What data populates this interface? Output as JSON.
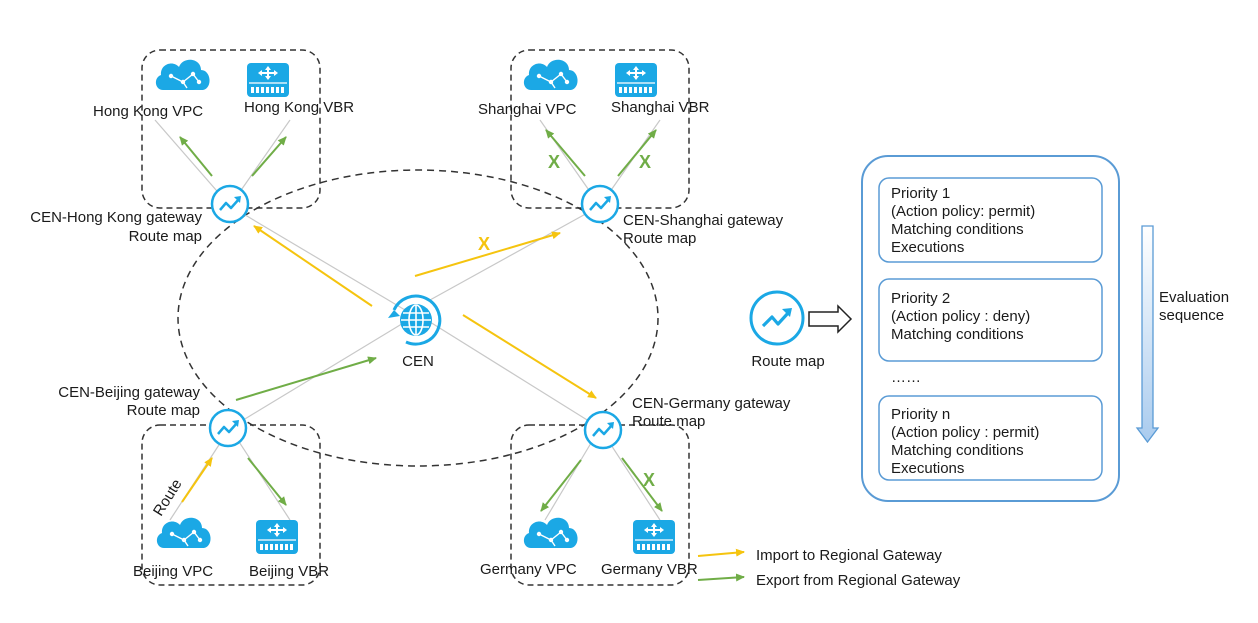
{
  "regions": {
    "hongkong": {
      "vpc_label": "Hong Kong VPC",
      "vbr_label": "Hong Kong VBR",
      "gw_label_1": "CEN-Hong Kong gateway",
      "gw_label_2": "Route map"
    },
    "shanghai": {
      "vpc_label": "Shanghai VPC",
      "vbr_label": "Shanghai VBR",
      "gw_label_1": "CEN-Shanghai gateway",
      "gw_label_2": "Route map",
      "vpc_block_mark": "X",
      "vbr_block_mark": "X"
    },
    "beijing": {
      "vpc_label": "Beijing VPC",
      "vbr_label": "Beijing VBR",
      "gw_label_1": "CEN-Beijing gateway",
      "gw_label_2": "Route map",
      "route_label": "Route"
    },
    "germany": {
      "vpc_label": "Germany VPC",
      "vbr_label": "Germany VBR",
      "gw_label_1": "CEN-Germany gateway",
      "gw_label_2": "Route map",
      "vbr_block_mark": "X"
    }
  },
  "cen": {
    "label": "CEN",
    "shanghai_block_mark": "X"
  },
  "routemap": {
    "label": "Route map"
  },
  "priorities": [
    {
      "title": "Priority 1",
      "policy": "(Action policy: permit)",
      "conditions": "Matching conditions",
      "executions": "Executions"
    },
    {
      "title": "Priority 2",
      "policy": "(Action policy : deny)",
      "conditions": "Matching conditions"
    },
    {
      "title": "Priority n",
      "policy": "(Action policy : permit)",
      "conditions": "Matching conditions",
      "executions": "Executions"
    }
  ],
  "ellipsis": "……",
  "evaluation": {
    "line1": "Evaluation",
    "line2": "sequence"
  },
  "legend": {
    "import": "Import to Regional Gateway",
    "export": "Export from Regional Gateway"
  },
  "colors": {
    "import": "#f5c40f",
    "export": "#70ad47",
    "accent": "#1ba8e5",
    "panel_border": "#5a9bd5",
    "dashed": "#333333"
  },
  "icons": {
    "vpc": "cloud-icon",
    "vbr": "router-icon",
    "gateway": "route-map-icon",
    "cen": "globe-icon"
  }
}
